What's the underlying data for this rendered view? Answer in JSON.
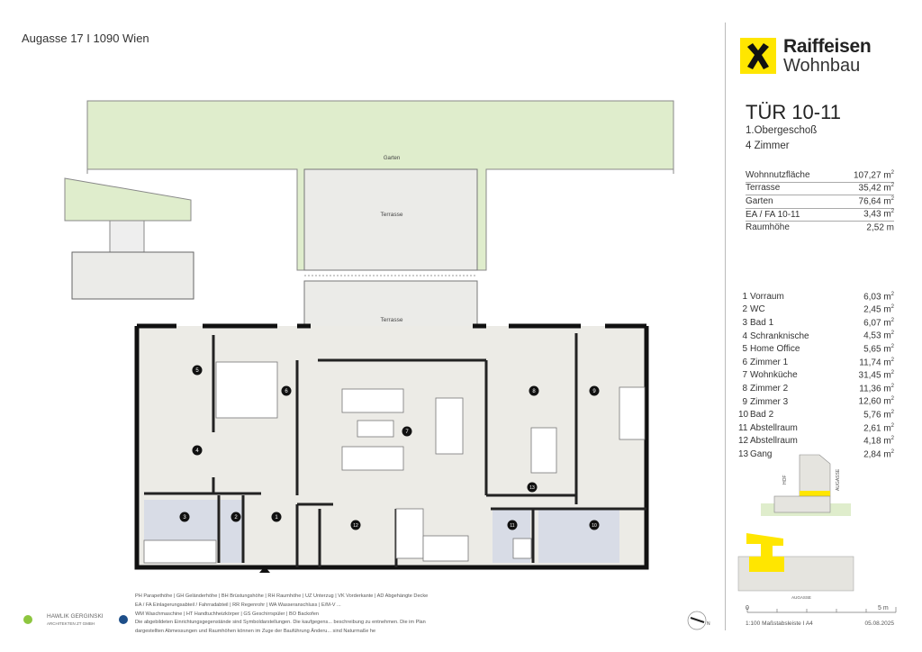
{
  "header": {
    "address": "Augasse 17 I 1090 Wien"
  },
  "brand": {
    "name_line1": "Raiffeisen",
    "name_line2": "Wohnbau",
    "color": "#ffe600"
  },
  "unit": {
    "title": "TÜR 10-11",
    "floor": "1.Obergeschoß",
    "rooms": "4 Zimmer"
  },
  "stats": [
    {
      "label": "Wohnnutzfläche",
      "value": "107,27 m",
      "unit_sup": "2"
    },
    {
      "label": "Terrasse",
      "value": "35,42 m",
      "unit_sup": "2"
    },
    {
      "label": "Garten",
      "value": "76,64 m",
      "unit_sup": "2"
    },
    {
      "label": "EA / FA 10-11",
      "value": "3,43 m",
      "unit_sup": "2"
    },
    {
      "label": "Raumhöhe",
      "value": "2,52 m",
      "unit_sup": ""
    }
  ],
  "rooms": [
    {
      "num": "1",
      "name": "Vorraum",
      "area": "6,03 m"
    },
    {
      "num": "2",
      "name": "WC",
      "area": "2,45 m"
    },
    {
      "num": "3",
      "name": "Bad 1",
      "area": "6,07 m"
    },
    {
      "num": "4",
      "name": "Schranknische",
      "area": "4,53 m"
    },
    {
      "num": "5",
      "name": "Home Office",
      "area": "5,65 m"
    },
    {
      "num": "6",
      "name": "Zimmer 1",
      "area": "11,74 m"
    },
    {
      "num": "7",
      "name": "Wohnküche",
      "area": "31,45 m"
    },
    {
      "num": "8",
      "name": "Zimmer 2",
      "area": "11,36 m"
    },
    {
      "num": "9",
      "name": "Zimmer 3",
      "area": "12,60 m"
    },
    {
      "num": "10",
      "name": "Bad 2",
      "area": "5,76 m"
    },
    {
      "num": "11",
      "name": "Abstellraum",
      "area": "2,61 m"
    },
    {
      "num": "12",
      "name": "Abstellraum",
      "area": "4,18 m"
    },
    {
      "num": "13",
      "name": "Gang",
      "area": "2,84 m"
    }
  ],
  "area_sup": "2",
  "plan": {
    "garden_label": "Garten",
    "terrace_label_1": "Terrasse",
    "terrace_label_2": "Terrasse",
    "street_label": "AUGASSE",
    "courtyard_label": "HOF",
    "colors": {
      "garden": "#dfedcc",
      "floor": "#ecebe6",
      "wet": "#d8dce6",
      "wall": "#111111",
      "highlight": "#ffe600"
    }
  },
  "legend": [
    "PH Parapethöhe | GH Geländerhöhe | BH Brüstungshöhe | RH Raumhöhe | UZ Unterzug | VK Vorderkante | AD Abgehängte Decke",
    "EA / FA Einlagerungsabteil / Fahrradabteil | RR Regenrohr | WA Wasseranschluss | E/M-V ...",
    "WM Waschmaschine | HT Handtuchheizkörper | GS Geschirrspüler | BO Backofen",
    "Die abgebildeten Einrichtungsgegenstände sind Symboldarstellungen. Die kaufgegens... beschreibung zu entnehmen. Die im Plan",
    "dargestellten Abmessungen und Raumhöhen können im Zuge der Bauführung Änderu... sind Naturmaße he"
  ],
  "architect": {
    "line1": "HAWLIK GERGINSKI",
    "line2": "ARCHITEKTEN ZT GMBH"
  },
  "scale": {
    "start": "0",
    "end": "5 m",
    "label": "1:100 Maßstabsleiste I A4",
    "date": "05.08.2025"
  },
  "compass": {
    "label": "N"
  }
}
